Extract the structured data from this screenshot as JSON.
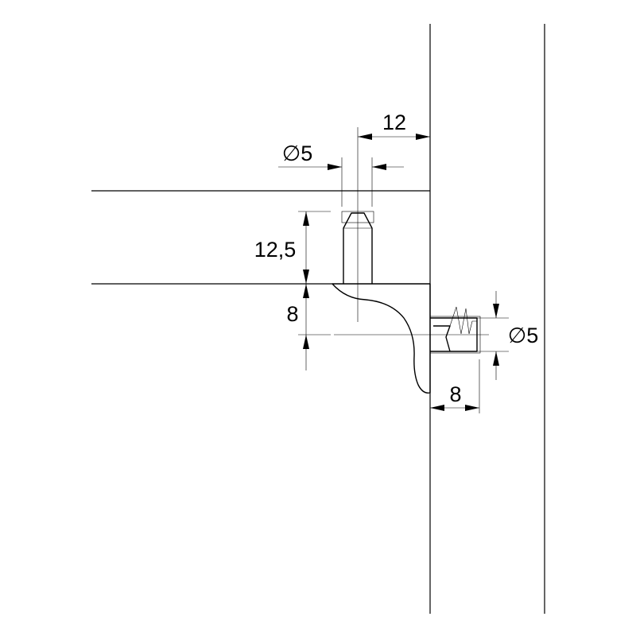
{
  "dimensions": {
    "top_width": "12",
    "pin_diameter": "∅5",
    "pin_height": "12,5",
    "bracket_height": "8",
    "side_pin_diameter": "∅5",
    "side_pin_depth": "8"
  }
}
